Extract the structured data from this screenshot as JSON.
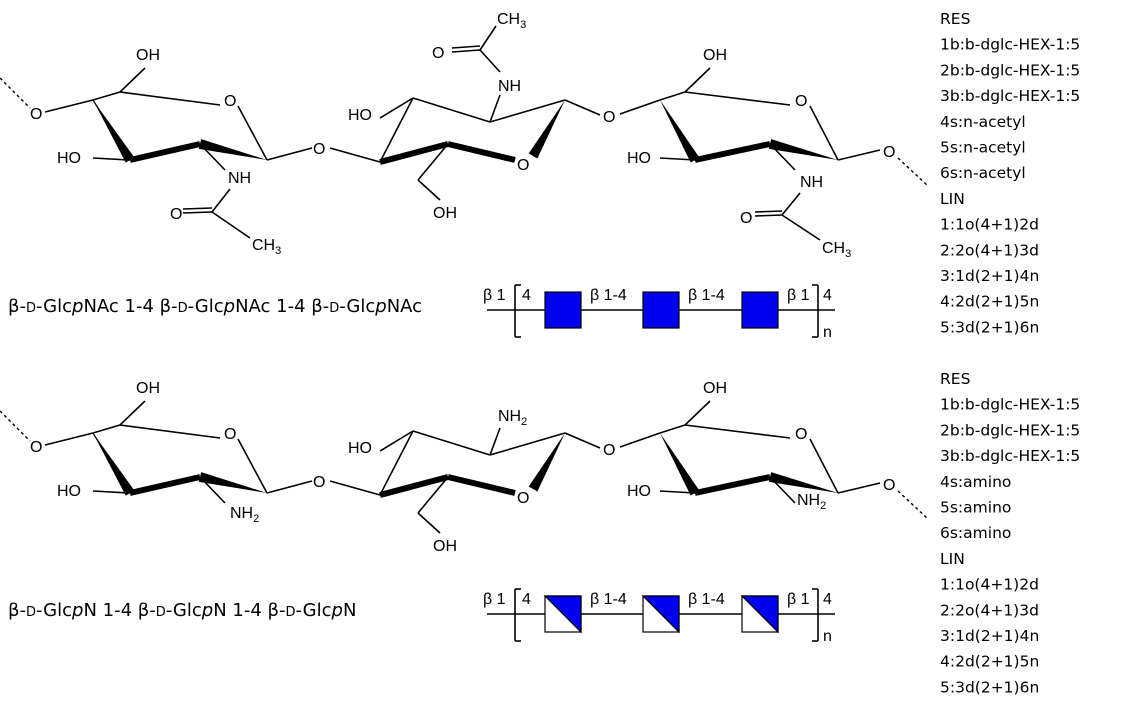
{
  "structures": [
    {
      "name_parts": [
        {
          "text": "β-",
          "italic": false
        },
        {
          "text": "D",
          "italic": false,
          "smallcaps": true
        },
        {
          "text": "-Glc",
          "italic": false
        },
        {
          "text": "p",
          "italic": true
        },
        {
          "text": "NAc 1-4 β-",
          "italic": false
        },
        {
          "text": "D",
          "italic": false,
          "smallcaps": true
        },
        {
          "text": "-Glc",
          "italic": false
        },
        {
          "text": "p",
          "italic": true
        },
        {
          "text": "NAc 1-4 β-",
          "italic": false
        },
        {
          "text": "D",
          "italic": false,
          "smallcaps": true
        },
        {
          "text": "-Glc",
          "italic": false
        },
        {
          "text": "p",
          "italic": true
        },
        {
          "text": "NAc",
          "italic": false
        }
      ],
      "atoms": {
        "oh": "OH",
        "ho": "HO",
        "o": "O",
        "nh": "NH",
        "ch3": "CH",
        "ch3_sub": "3"
      },
      "symbol_type": "filled-square",
      "link_labels": [
        "β 1",
        "4",
        "β 1-4",
        "β 1-4",
        "β 1",
        "4",
        "n"
      ],
      "glycoct": [
        "RES",
        "1b:b-dglc-HEX-1:5",
        "2b:b-dglc-HEX-1:5",
        "3b:b-dglc-HEX-1:5",
        "4s:n-acetyl",
        "5s:n-acetyl",
        "6s:n-acetyl",
        "LIN",
        "1:1o(4+1)2d",
        "2:2o(4+1)3d",
        "3:1d(2+1)4n",
        "4:2d(2+1)5n",
        "5:3d(2+1)6n"
      ]
    },
    {
      "name_parts": [
        {
          "text": "β-",
          "italic": false
        },
        {
          "text": "D",
          "italic": false,
          "smallcaps": true
        },
        {
          "text": "-Glc",
          "italic": false
        },
        {
          "text": "p",
          "italic": true
        },
        {
          "text": "N 1-4 β-",
          "italic": false
        },
        {
          "text": "D",
          "italic": false,
          "smallcaps": true
        },
        {
          "text": "-Glc",
          "italic": false
        },
        {
          "text": "p",
          "italic": true
        },
        {
          "text": "N 1-4 β-",
          "italic": false
        },
        {
          "text": "D",
          "italic": false,
          "smallcaps": true
        },
        {
          "text": "-Glc",
          "italic": false
        },
        {
          "text": "p",
          "italic": true
        },
        {
          "text": "N",
          "italic": false
        }
      ],
      "atoms": {
        "oh": "OH",
        "ho": "HO",
        "o": "O",
        "nh2": "NH",
        "nh2_sub": "2"
      },
      "symbol_type": "diagonal-split-square",
      "link_labels": [
        "β 1",
        "4",
        "β 1-4",
        "β 1-4",
        "β 1",
        "4",
        "n"
      ],
      "glycoct": [
        "RES",
        "1b:b-dglc-HEX-1:5",
        "2b:b-dglc-HEX-1:5",
        "3b:b-dglc-HEX-1:5",
        "4s:amino",
        "5s:amino",
        "6s:amino",
        "LIN",
        "1:1o(4+1)2d",
        "2:2o(4+1)3d",
        "3:1d(2+1)4n",
        "4:2d(2+1)5n",
        "5:3d(2+1)6n"
      ]
    }
  ],
  "colors": {
    "symbol_fill": "#0000ee",
    "line": "#000000"
  }
}
